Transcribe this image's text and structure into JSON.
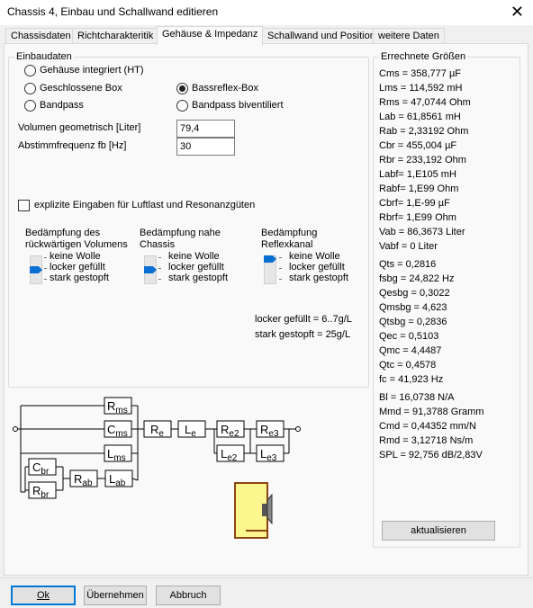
{
  "window": {
    "title": "Chassis 4, Einbau und Schallwand editieren",
    "close_glyph": "✕"
  },
  "tabs": [
    {
      "label": "Chassisdaten"
    },
    {
      "label": "Richtcharakteritik"
    },
    {
      "label": "Gehäuse & Impedanz"
    },
    {
      "label": "Schallwand und Position"
    },
    {
      "label": "weitere Daten"
    }
  ],
  "einbaudaten": {
    "title": "Einbaudaten",
    "radios": [
      {
        "label": "Gehäuse integriert (HT)",
        "checked": false
      },
      {
        "label": "Geschlossene Box",
        "checked": false
      },
      {
        "label": "Bandpass",
        "checked": false
      },
      {
        "label": "Bassreflex-Box",
        "checked": true
      },
      {
        "label": "Bandpass biventiliert",
        "checked": false
      }
    ],
    "volumen_label": "Volumen geometrisch [Liter]",
    "volumen_value": "79,4",
    "fb_label": "Abstimmfrequenz fb [Hz]",
    "fb_value": "30",
    "explicit_label": "explizite Eingaben für Luftlast und Resonanzgüten",
    "damping": [
      {
        "title1": "Bedämpfung des",
        "title2": "rückwärtigen Volumens",
        "level": "locker gefüllt"
      },
      {
        "title1": "Bedämpfung nahe",
        "title2": "Chassis",
        "level": "locker gefüllt"
      },
      {
        "title1": "Bedämpfung",
        "title2": "Reflexkanal",
        "level": "keine Wolle"
      }
    ],
    "damping_options": [
      "keine Wolle",
      "locker gefüllt",
      "stark gestopft"
    ],
    "note1": "locker gefüllt = 6..7g/L",
    "note2": "stark gestopft = 25g/L"
  },
  "circuit": {
    "labels": {
      "rms": "R",
      "rms_sub": "ms",
      "cms": "C",
      "cms_sub": "ms",
      "lms": "L",
      "lms_sub": "ms",
      "cbr": "C",
      "cbr_sub": "br",
      "rbr": "R",
      "rbr_sub": "br",
      "rab": "R",
      "rab_sub": "ab",
      "lab": "L",
      "lab_sub": "ab",
      "re": "R",
      "re_sub": "e",
      "le": "L",
      "le_sub": "e",
      "re2": "R",
      "re2_sub": "e2",
      "le2": "L",
      "le2_sub": "e2",
      "re3": "R",
      "re3_sub": "e3",
      "le3": "L",
      "le3_sub": "e3"
    },
    "colors": {
      "box_fill": "#fdf58d",
      "box_border": "#8b4513"
    }
  },
  "results": {
    "title": "Errechnete Größen",
    "lines": [
      "Cms = 358,777 µF",
      "Lms = 114,592 mH",
      "Rms = 47,0744 Ohm",
      "Lab = 61,8561 mH",
      "Rab = 2,33192 Ohm",
      "Cbr = 455,004 µF",
      "Rbr = 233,192 Ohm",
      "Labf= 1,E105 mH",
      "Rabf= 1,E99 Ohm",
      "Cbrf= 1,E-99 µF",
      "Rbrf= 1,E99 Ohm",
      "Vab = 86,3673 Liter",
      "Vabf = 0 Liter",
      "Qts = 0,2816",
      "fsbg = 24,822 Hz",
      "Qesbg = 0,3022",
      "Qmsbg = 4,623",
      "Qtsbg = 0,2836",
      "Qec = 0,5103",
      "Qmc = 4,4487",
      "Qtc = 0,4578",
      "fc  = 41,923 Hz",
      "Bl  = 16,0738 N/A",
      "Mmd = 91,3788 Gramm",
      "Cmd = 0,44352 mm/N",
      "Rmd = 3,12718 Ns/m",
      "SPL = 92,756 dB/2,83V"
    ],
    "update_button": "aktualisieren"
  },
  "footer": {
    "ok": "Ok",
    "uebernehmen": "Übernehmen",
    "abbruch": "Abbruch"
  }
}
